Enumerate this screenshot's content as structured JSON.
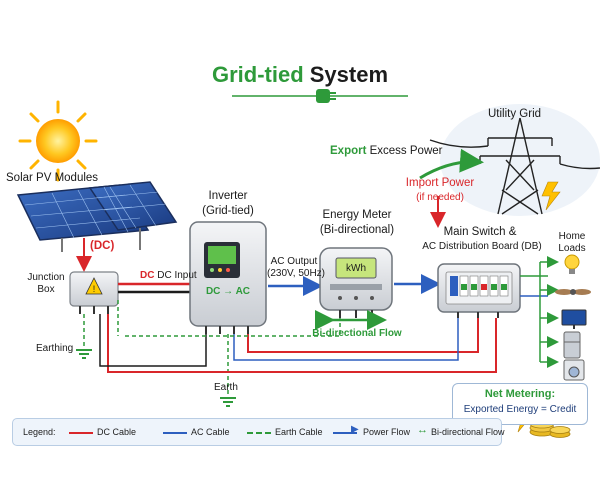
{
  "title": {
    "prefix": "Grid-tied",
    "suffix": " System"
  },
  "components": {
    "solar": {
      "label": "Solar PV Modules",
      "dc_tag": "(DC)"
    },
    "junction_box": {
      "label": "Junction Box"
    },
    "earthing": {
      "label": "Earthing"
    },
    "inverter": {
      "label": "Inverter",
      "sublabel": "(Grid-tied)",
      "conversion": "DC → AC"
    },
    "dc_input": {
      "label": "DC Input"
    },
    "ac_output": {
      "label": "AC Output",
      "sublabel": "(230V, 50Hz)"
    },
    "earth": {
      "label": "Earth"
    },
    "energy_meter": {
      "label": "Energy Meter",
      "sublabel": "(Bi-directional)",
      "display": "kWh",
      "flow": "Bi-directional Flow"
    },
    "utility_grid": {
      "label": "Utility Grid"
    },
    "export": {
      "label_green": "Export",
      "label_rest": " Excess Power"
    },
    "import": {
      "label": "Import Power",
      "sublabel": "(if needed)"
    },
    "distribution_board": {
      "label": "Main Switch &",
      "sublabel": "AC Distribution Board (DB)"
    },
    "home_loads": {
      "label": "Home",
      "sublabel": "Loads"
    }
  },
  "net_metering": {
    "title": "Net Metering:",
    "text": "Exported Energy = Credit"
  },
  "legend": {
    "title": "Legend:",
    "items": [
      {
        "label": "DC Cable",
        "color": "#d9262a"
      },
      {
        "label": "AC Cable",
        "color": "#2d5fbf"
      },
      {
        "label": "Earth Cable",
        "color": "#2e9a3a"
      },
      {
        "label": "Power Flow",
        "color": "#2d5fbf"
      },
      {
        "label": "Bi-directional Flow",
        "color": "#2e9a3a"
      }
    ]
  },
  "colors": {
    "dc": "#d9262a",
    "ac": "#2d5fbf",
    "earth": "#2e9a3a",
    "title_green": "#2e9a3a"
  }
}
